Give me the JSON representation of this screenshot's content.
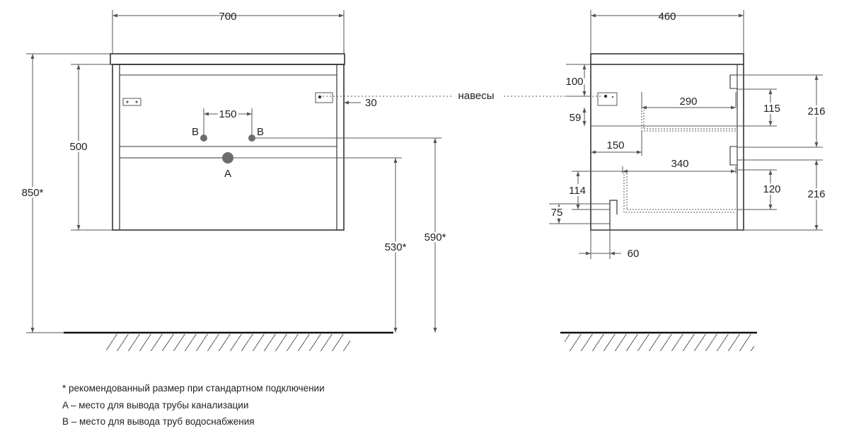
{
  "front_view": {
    "width_label": "700",
    "height_label": "850*",
    "body_height_label": "500",
    "pipe_spacing_label": "150",
    "hanger_offset_label": "30",
    "drain_height_label": "530*",
    "supply_height_label": "590*",
    "drain_mark": "A",
    "supply_mark_left": "B",
    "supply_mark_right": "B"
  },
  "side_view": {
    "depth_label": "460",
    "hangers_label": "навесы",
    "top_offset_label": "100",
    "upper_drawer_depth_label": "290",
    "upper_drawer_height_label": "115",
    "upper_front_height_label": "216",
    "upper_drawer_base_label": "59",
    "cutout_depth_label": "150",
    "lower_drawer_depth_label": "340",
    "lower_notch_label": "114",
    "lower_drawer_height_label": "120",
    "lower_front_height_label": "216",
    "bottom_notch_label": "75",
    "plinth_label": "60"
  },
  "notes": {
    "asterisk": "* рекомендованный размер при стандартном подключении",
    "a_note": "A – место для вывода трубы канализации",
    "b_note": "B – место для вывода труб водоснабжения"
  }
}
